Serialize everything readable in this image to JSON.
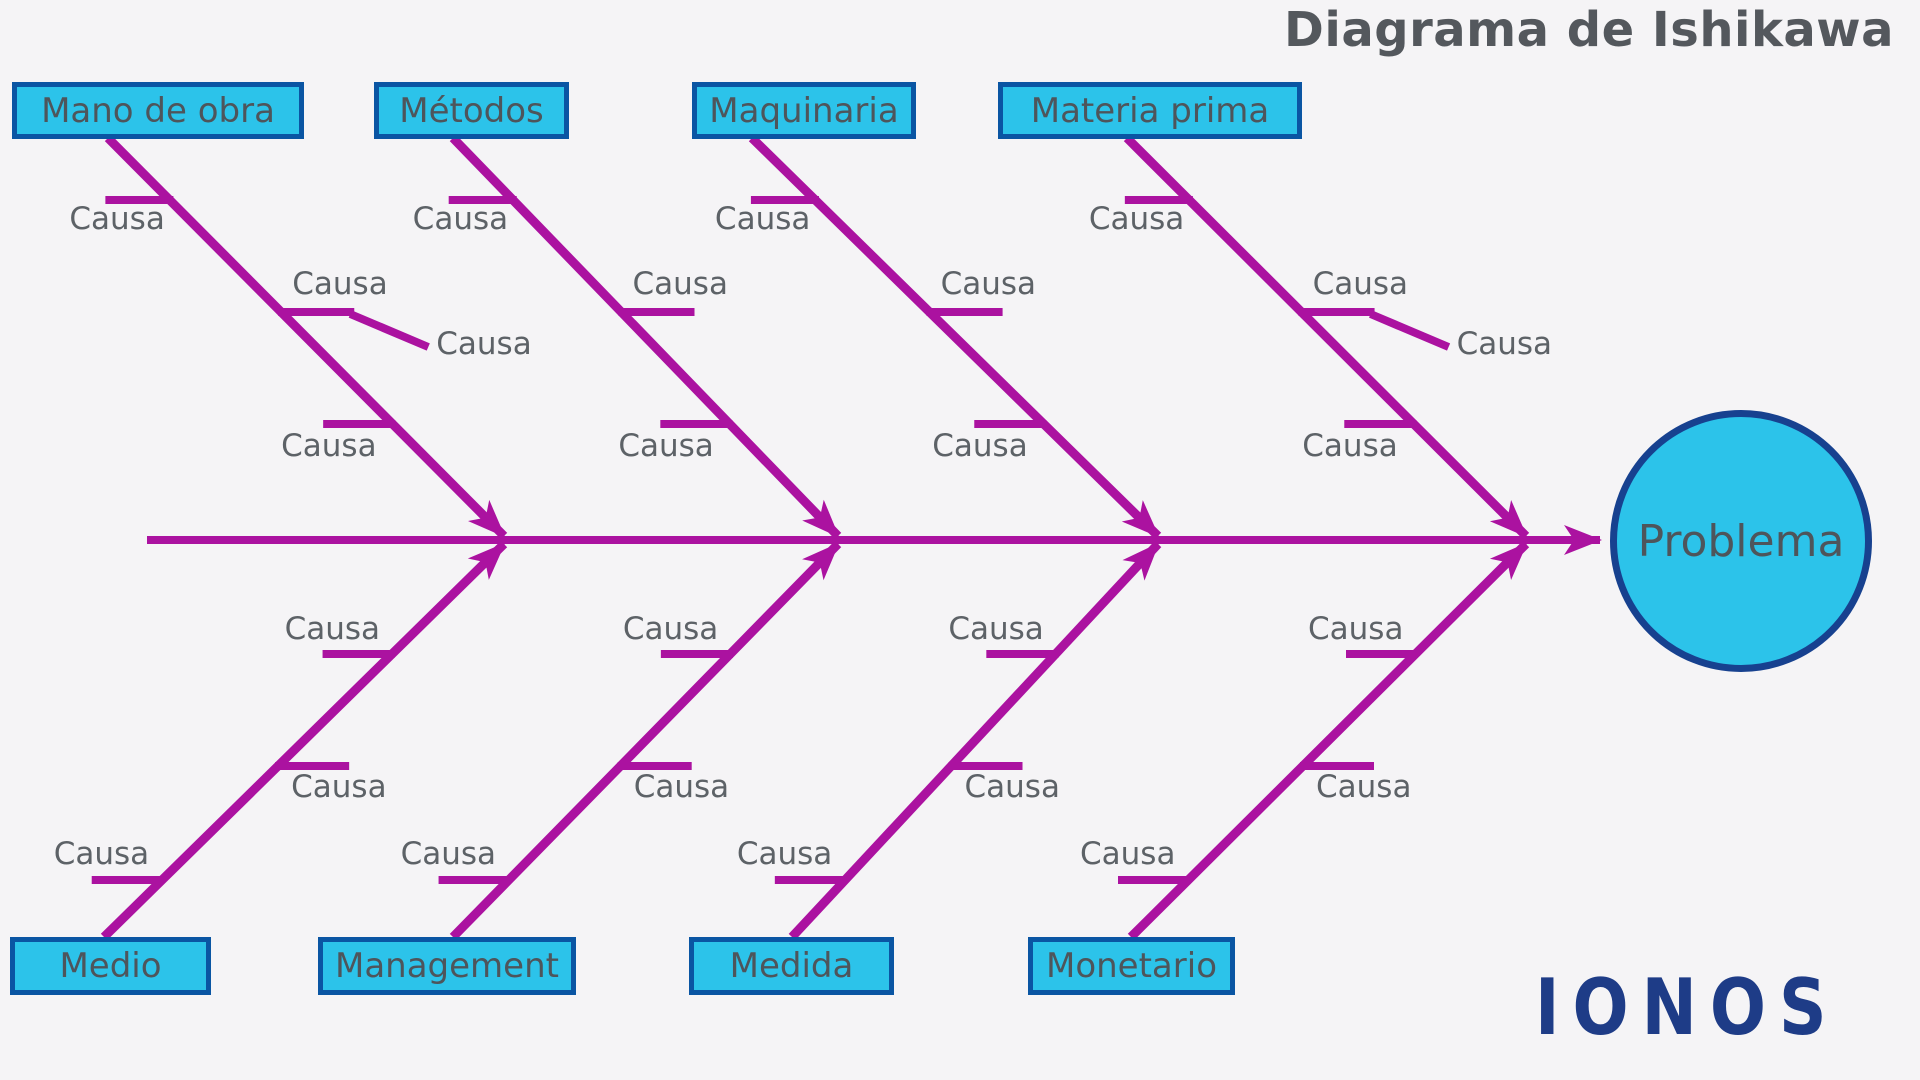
{
  "title": "Diagrama de Ishikawa",
  "brand": "IONOS",
  "problem": {
    "label": "Problema"
  },
  "colors": {
    "background": "#F5F4F6",
    "line": "#AB12A0",
    "box_fill": "#2CC3EA",
    "box_border": "#0A55A3",
    "circle_border": "#17418F",
    "label_text": "#5D6267",
    "box_text": "#4E555B",
    "title_text": "#54585D",
    "brand_blue": "#1E3C87"
  },
  "branches": {
    "top": [
      {
        "category": "Mano de obra",
        "causes": [
          "Causa",
          "Causa",
          "Causa",
          "Causa"
        ],
        "has_sub_cause": true
      },
      {
        "category": "Métodos",
        "causes": [
          "Causa",
          "Causa",
          "Causa"
        ],
        "has_sub_cause": false
      },
      {
        "category": "Maquinaria",
        "causes": [
          "Causa",
          "Causa",
          "Causa"
        ],
        "has_sub_cause": false
      },
      {
        "category": "Materia prima",
        "causes": [
          "Causa",
          "Causa",
          "Causa",
          "Causa"
        ],
        "has_sub_cause": true
      }
    ],
    "bottom": [
      {
        "category": "Medio",
        "causes": [
          "Causa",
          "Causa",
          "Causa"
        ],
        "has_sub_cause": false
      },
      {
        "category": "Management",
        "causes": [
          "Causa",
          "Causa",
          "Causa"
        ],
        "has_sub_cause": false
      },
      {
        "category": "Medida",
        "causes": [
          "Causa",
          "Causa",
          "Causa"
        ],
        "has_sub_cause": false
      },
      {
        "category": "Monetario",
        "causes": [
          "Causa",
          "Causa",
          "Causa"
        ],
        "has_sub_cause": false
      }
    ]
  }
}
